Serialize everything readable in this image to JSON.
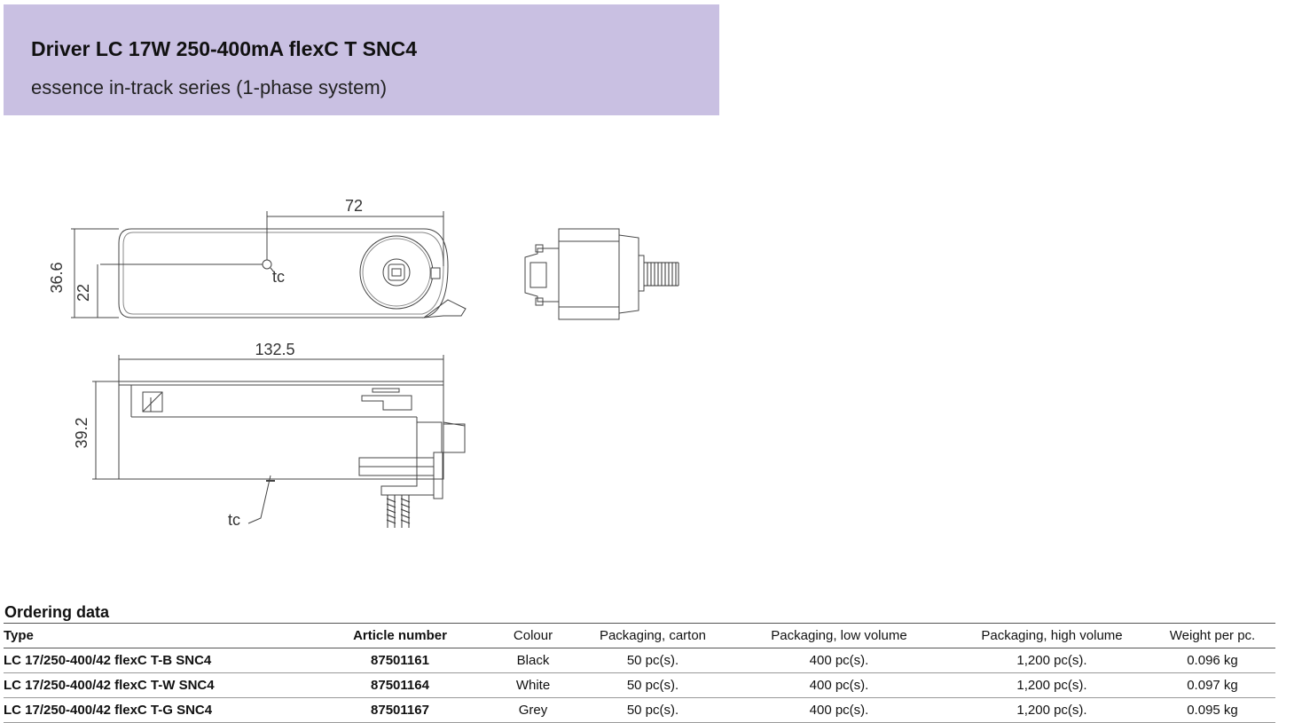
{
  "header": {
    "title": "Driver LC 17W 250-400mA flexC T SNC4",
    "subtitle": "essence in-track series (1-phase system)"
  },
  "drawing": {
    "dim_width_top": "72",
    "dim_height_outer": "36.6",
    "dim_height_inner": "22",
    "dim_length": "132.5",
    "dim_height_side": "39.2",
    "tc_label": "tc"
  },
  "ordering": {
    "title": "Ordering data",
    "headers": {
      "type": "Type",
      "article": "Article number",
      "colour": "Colour",
      "pack_carton": "Packaging, carton",
      "pack_low": "Packaging, low volume",
      "pack_high": "Packaging, high volume",
      "weight": "Weight per pc."
    },
    "rows": [
      {
        "type": "LC 17/250-400/42 flexC T-B SNC4",
        "article": "87501161",
        "colour": "Black",
        "pack_carton": "50 pc(s).",
        "pack_low": "400 pc(s).",
        "pack_high": "1,200 pc(s).",
        "weight": "0.096 kg"
      },
      {
        "type": "LC 17/250-400/42 flexC T-W SNC4",
        "article": "87501164",
        "colour": "White",
        "pack_carton": "50 pc(s).",
        "pack_low": "400 pc(s).",
        "pack_high": "1,200 pc(s).",
        "weight": "0.097 kg"
      },
      {
        "type": "LC 17/250-400/42 flexC T-G SNC4",
        "article": "87501167",
        "colour": "Grey",
        "pack_carton": "50 pc(s).",
        "pack_low": "400 pc(s).",
        "pack_high": "1,200 pc(s).",
        "weight": "0.095 kg"
      }
    ]
  }
}
